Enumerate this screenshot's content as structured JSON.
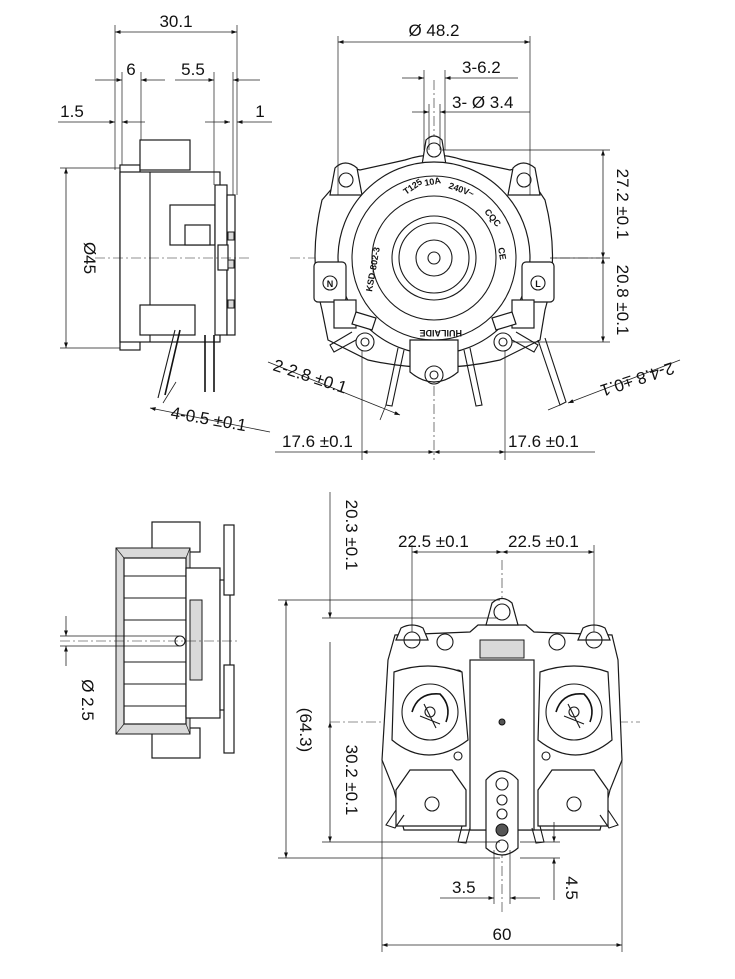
{
  "dimensions": {
    "top_side": {
      "width_30_1": "30.1",
      "d6": "6",
      "d5_5": "5.5",
      "d1_5": "1.5",
      "d1": "1",
      "dia45": "Ø45",
      "pins_4_0_5": "4-0.5 ±0.1"
    },
    "top_front": {
      "dia48_2": "Ø 48.2",
      "holes_3_6_2": "3-6.2",
      "holes_3_3_4": "3- Ø 3.4",
      "d27_2": "27.2 ±0.1",
      "d20_8": "20.8 ±0.1",
      "d2_2_8": "2-2.8 ±0.1",
      "d2_4_8": "2-4.8 ±0.1",
      "d17_6_left": "17.6 ±0.1",
      "d17_6_right": "17.6 ±0.1"
    },
    "bottom_side": {
      "dia2_5": "Ø 2.5"
    },
    "bottom_front": {
      "d20_3": "20.3 ±0.1",
      "d22_5_left": "22.5 ±0.1",
      "d22_5_right": "22.5 ±0.1",
      "d64_3": "(64.3)",
      "d30_2": "30.2 ±0.1",
      "d3_5": "3.5",
      "d4_5": "4.5",
      "d60": "60"
    }
  },
  "markings": {
    "terminal_n": "N",
    "terminal_l": "L",
    "brand": "HUILAIDE",
    "rating_a": "10A",
    "rating_v": "240V~",
    "model": "KSD-802-3",
    "temp": "T125",
    "cqc": "CQC",
    "ce": "CE"
  }
}
